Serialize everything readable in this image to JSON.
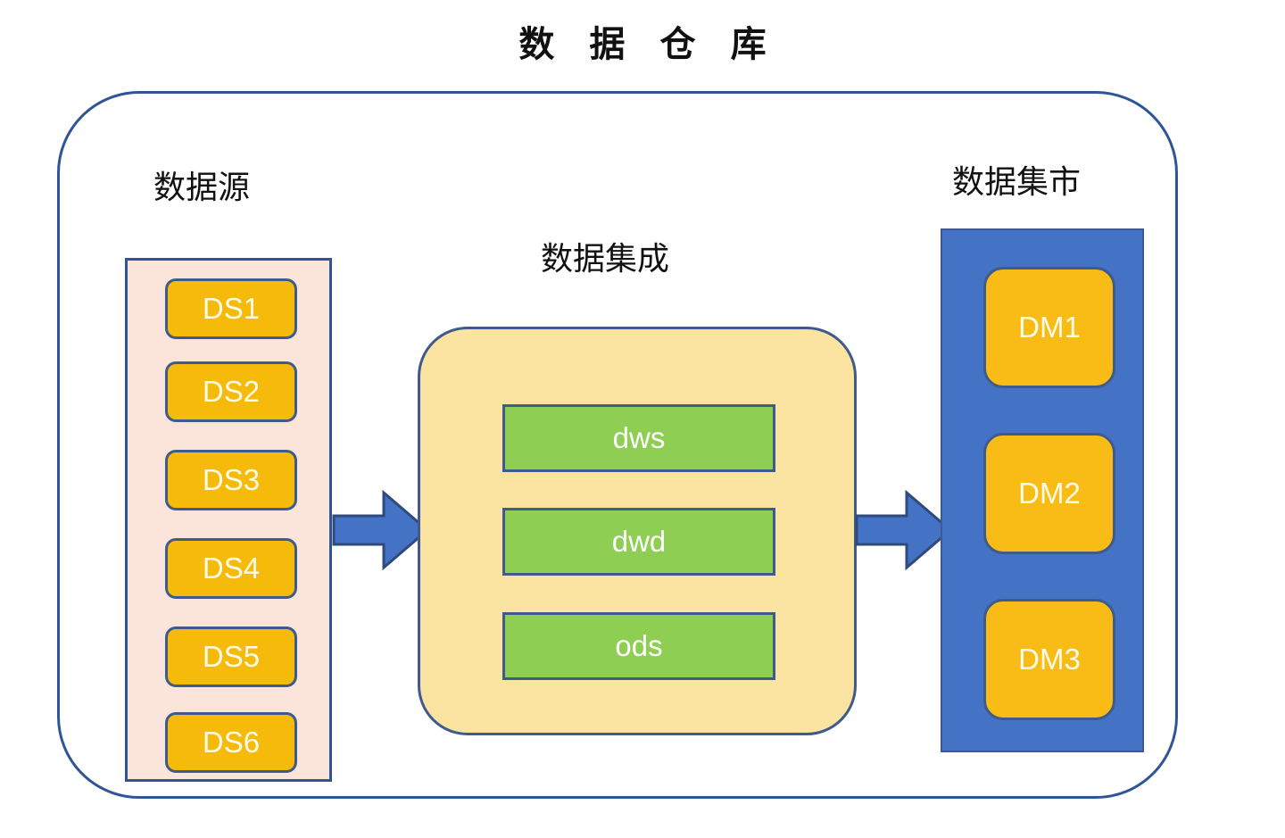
{
  "diagram": {
    "title": "数 据 仓 库",
    "outer_boundary_label": "data-warehouse-boundary",
    "sections": {
      "source": {
        "caption": "数据源",
        "container_fill": "#fbe5db",
        "container_border": "#2f5597",
        "items": [
          {
            "label": "DS1"
          },
          {
            "label": "DS2"
          },
          {
            "label": "DS3"
          },
          {
            "label": "DS4"
          },
          {
            "label": "DS5"
          },
          {
            "label": "DS6"
          }
        ]
      },
      "integration": {
        "caption": "数据集成",
        "container_fill": "#fbe3a1",
        "container_border": "#3f5a8c",
        "items": [
          {
            "label": "dws"
          },
          {
            "label": "dwd"
          },
          {
            "label": "ods"
          }
        ]
      },
      "mart": {
        "caption": "数据集市",
        "container_fill": "#4472c4",
        "container_border": "#3f5a8c",
        "items": [
          {
            "label": "DM1"
          },
          {
            "label": "DM2"
          },
          {
            "label": "DM3"
          }
        ]
      }
    },
    "arrows": [
      {
        "name": "arrow-source-to-integration",
        "direction": "right"
      },
      {
        "name": "arrow-integration-to-mart",
        "direction": "right"
      }
    ],
    "colors": {
      "orange_box": "#f6bb0a",
      "green_box": "#8ece53",
      "blue_fill": "#4472c4",
      "navy_border": "#3f5a8c",
      "outer_border": "#2f5597",
      "pink_fill": "#fbe5db",
      "yellow_fill": "#fbe3a1",
      "box_text": "#ffffff",
      "title_text": "#111111"
    }
  }
}
